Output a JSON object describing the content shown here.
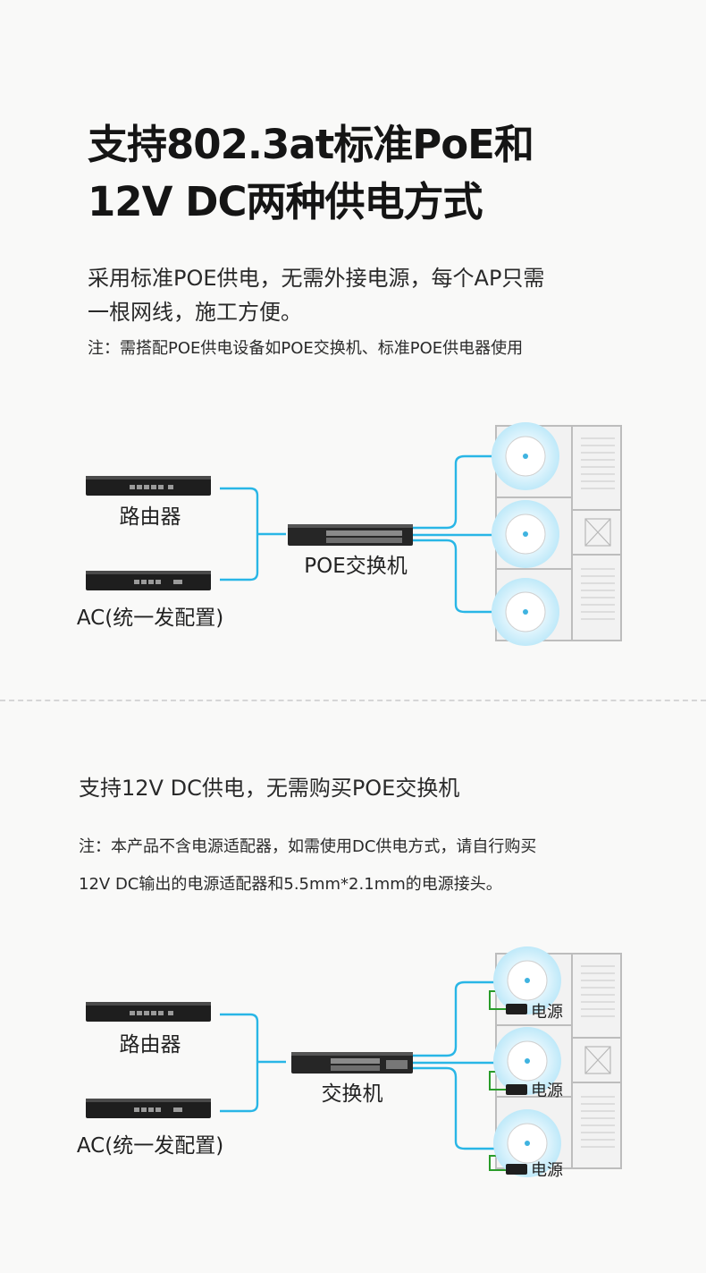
{
  "header": {
    "title_line1": "支持802.3at标准PoE和",
    "title_line2": "12V  DC两种供电方式"
  },
  "intro": {
    "line1": "采用标准POE供电，无需外接电源，每个AP只需",
    "line2": "一根网线，施工方便。",
    "note": "注：需搭配POE供电设备如POE交换机、标准POE供电器使用"
  },
  "diagram1": {
    "router_label": "路由器",
    "ac_label": "AC(统一发配置)",
    "switch_label": "POE交换机"
  },
  "section2": {
    "heading": "支持12V DC供电，无需购买POE交换机",
    "note_line1": "注：本产品不含电源适配器，如需使用DC供电方式，请自行购买",
    "note_line2": "12V  DC输出的电源适配器和5.5mm*2.1mm的电源接头。"
  },
  "diagram2": {
    "router_label": "路由器",
    "ac_label": "AC(统一发配置)",
    "switch_label": "交换机",
    "power_label_1": "电源",
    "power_label_2": "电源",
    "power_label_3": "电源"
  },
  "colors": {
    "cable": "#29b6e6",
    "power_cable": "#2a9c2a",
    "ap_glow": "#cdeefa",
    "device": "#222222"
  },
  "icons": [
    "router-device-icon",
    "ac-controller-icon",
    "poe-switch-icon",
    "ceiling-ap-icon",
    "power-adapter-icon",
    "stairwell-icon",
    "elevator-icon"
  ]
}
